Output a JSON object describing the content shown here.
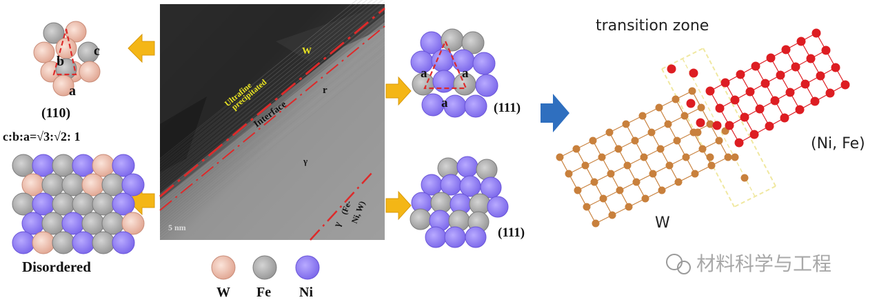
{
  "colors": {
    "W": "#e8b4a4",
    "Fe": "#a6a6a6",
    "Ni": "#8f7cf0",
    "orange_atom": "#c8803c",
    "red_atom": "#dd1d22",
    "arrow_yellow": "#f4b616",
    "arrow_blue": "#2f6fbf",
    "dash_red": "#dd2a2a"
  },
  "text": {
    "label_110": "(110)",
    "ratio": "c:b:a=√3:√2: 1",
    "disordered": "Disordered",
    "tri_a": "a",
    "tri_b": "b",
    "tri_c": "c",
    "label_111_top": "(111)",
    "label_111_bottom": "(111)",
    "tem_W": "W",
    "tem_ultrafine": "Ultrafine",
    "tem_precipitated": "precipitated",
    "tem_interface": "Interface",
    "tem_r": "r",
    "tem_gamma": "γ",
    "tem_gamma2": "γ",
    "tem_fe": "(Fe-",
    "tem_niw": "Ni, W)",
    "tem_scale": "5 nm",
    "transition_zone": "transition zone",
    "ni_fe": "(Ni, Fe)",
    "w_lattice": "W",
    "watermark": "材料科学与工程"
  },
  "legend": [
    {
      "label": "W",
      "atom": "W"
    },
    {
      "label": "Fe",
      "atom": "Fe"
    },
    {
      "label": "Ni",
      "atom": "Ni"
    }
  ]
}
